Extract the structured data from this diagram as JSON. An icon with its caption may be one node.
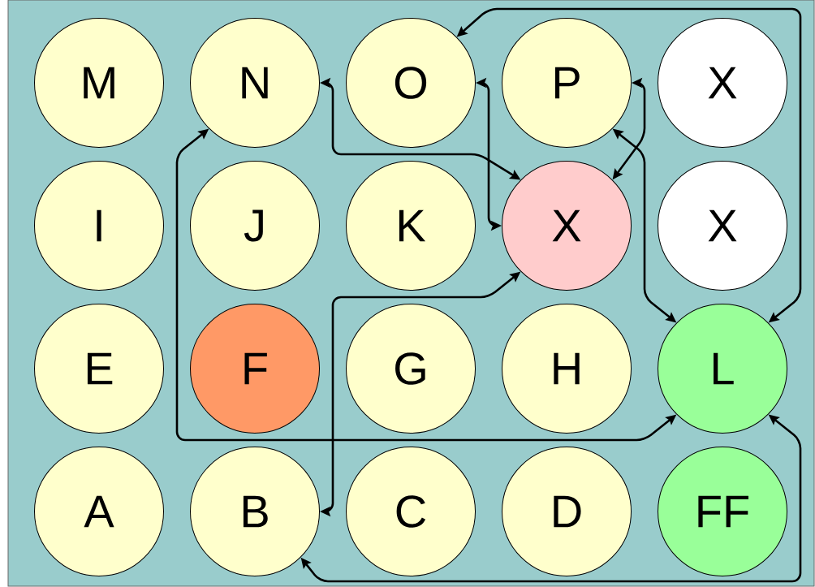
{
  "diagram": {
    "nodes": [
      {
        "text": [
          "M"
        ]
      },
      {
        "text": [
          "N"
        ]
      },
      {
        "text": [
          "O"
        ]
      },
      {
        "text": [
          "P"
        ]
      },
      {
        "text": [
          "X"
        ]
      },
      {
        "text": [
          "I"
        ]
      },
      {
        "text": [
          "J"
        ]
      },
      {
        "text": [
          "K"
        ]
      },
      {
        "text": [
          "X"
        ]
      },
      {
        "text": [
          "X"
        ]
      },
      {
        "text": [
          "E"
        ]
      },
      {
        "text": [
          "F"
        ]
      },
      {
        "text": [
          "G"
        ]
      },
      {
        "text": [
          "H"
        ]
      },
      {
        "text": [
          "L"
        ]
      },
      {
        "text": [
          "A"
        ]
      },
      {
        "text": [
          "B"
        ]
      },
      {
        "text": [
          "C"
        ]
      },
      {
        "text": [
          "D"
        ]
      },
      {
        "text": [
          "FF"
        ]
      }
    ],
    "edges": [
      {
        "from": 1,
        "to": 8,
        "arrow": "both"
      },
      {
        "from": 1,
        "to": 14,
        "arrow": "both"
      },
      {
        "from": 2,
        "to": 8,
        "arrow": "both"
      },
      {
        "from": 2,
        "to": 14,
        "arrow": "both"
      },
      {
        "from": 3,
        "to": 8,
        "arrow": "both"
      },
      {
        "from": 3,
        "to": 14,
        "arrow": "both"
      },
      {
        "from": 16,
        "to": 8,
        "arrow": "both"
      },
      {
        "from": 16,
        "to": 14,
        "arrow": "both"
      }
    ]
  }
}
